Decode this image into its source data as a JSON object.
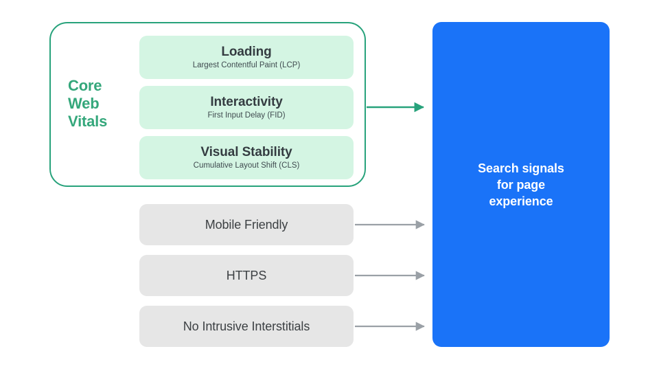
{
  "diagram": {
    "type": "flow",
    "title": "Search signals for page experience",
    "colors": {
      "background": "#ffffff",
      "core_web_vitals_border": "#27A27B",
      "core_web_vitals_label": "#34A77B",
      "metric_card_fill": "#D4F5E3",
      "metric_title_text": "#343C41",
      "signal_pill_fill": "#E6E6E6",
      "signal_label_text": "#3C4043",
      "destination_fill": "#1A73F8",
      "destination_text": "#ffffff",
      "green_arrow": "#27A27B",
      "grey_arrow": "#9AA0A6"
    }
  },
  "core_web_vitals": {
    "group_label": "Core\nWeb\nVitals",
    "group_label_lines": [
      "Core",
      "Web",
      "Vitals"
    ],
    "metrics": [
      {
        "title": "Loading",
        "subtitle": "Largest Contentful Paint (LCP)",
        "abbr": "LCP"
      },
      {
        "title": "Interactivity",
        "subtitle": "First Input Delay (FID)",
        "abbr": "FID"
      },
      {
        "title": "Visual Stability",
        "subtitle": "Cumulative Layout Shift (CLS)",
        "abbr": "CLS"
      }
    ]
  },
  "other_signals": [
    {
      "label": "Mobile Friendly"
    },
    {
      "label": "HTTPS"
    },
    {
      "label": "No Intrusive Interstitials"
    }
  ],
  "destination": {
    "text": "Search signals\nfor page\nexperience",
    "lines": [
      "Search signals",
      "for page",
      "experience"
    ]
  },
  "arrows": [
    {
      "name": "core-web-vitals-arrow",
      "color": "green",
      "from": "core-web-vitals-group",
      "to": "search-signals-box"
    },
    {
      "name": "mobile-friendly-arrow",
      "color": "grey",
      "from": "signal-mobile-friendly",
      "to": "search-signals-box"
    },
    {
      "name": "https-arrow",
      "color": "grey",
      "from": "signal-https",
      "to": "search-signals-box"
    },
    {
      "name": "no-intrusive-interstitials-arrow",
      "color": "grey",
      "from": "signal-no-intrusive-interstitials",
      "to": "search-signals-box"
    }
  ]
}
